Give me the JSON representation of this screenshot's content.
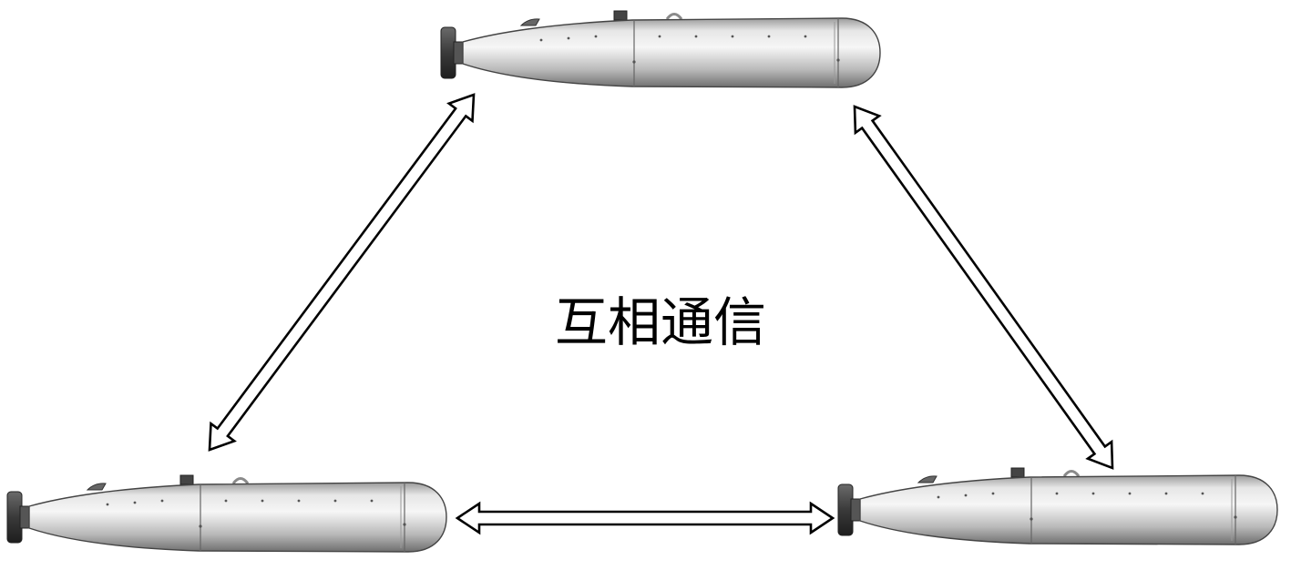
{
  "label": "互相通信",
  "vehicles": [
    {
      "id": "auv-top",
      "icon": "auv-icon"
    },
    {
      "id": "auv-bottom-left",
      "icon": "auv-icon"
    },
    {
      "id": "auv-bottom-right",
      "icon": "auv-icon"
    }
  ],
  "links": [
    {
      "from": "auv-bottom-left",
      "to": "auv-top",
      "type": "bidirectional"
    },
    {
      "from": "auv-top",
      "to": "auv-bottom-right",
      "type": "bidirectional"
    },
    {
      "from": "auv-bottom-left",
      "to": "auv-bottom-right",
      "type": "bidirectional"
    }
  ],
  "colors": {
    "hull_light": "#f2f2f2",
    "hull_mid": "#bdbdbd",
    "hull_dark": "#7a7a7a",
    "propeller": "#3a3a3a",
    "arrow_stroke": "#000000",
    "arrow_fill": "#ffffff"
  }
}
